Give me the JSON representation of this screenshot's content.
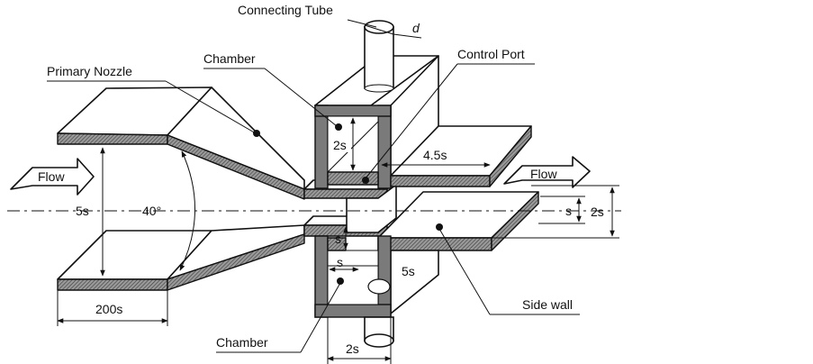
{
  "labels": {
    "connecting_tube": "Connecting Tube",
    "chamber_top": "Chamber",
    "control_port": "Control Port",
    "primary_nozzle": "Primary Nozzle",
    "flow_in": "Flow",
    "flow_out": "Flow",
    "side_wall": "Side wall",
    "chamber_bottom": "Chamber"
  },
  "dimensions": {
    "d": "d",
    "two_s_chamber": "2s",
    "four_half_s": "4.5s",
    "five_s_nozzle": "5s",
    "angle": "40°",
    "s_gap": "s",
    "two_s_right": "2s",
    "s_port": "s",
    "s_lower": "s",
    "five_s_lower": "5s",
    "two_hundred_s": "200s",
    "two_s_bottom": "2s"
  }
}
